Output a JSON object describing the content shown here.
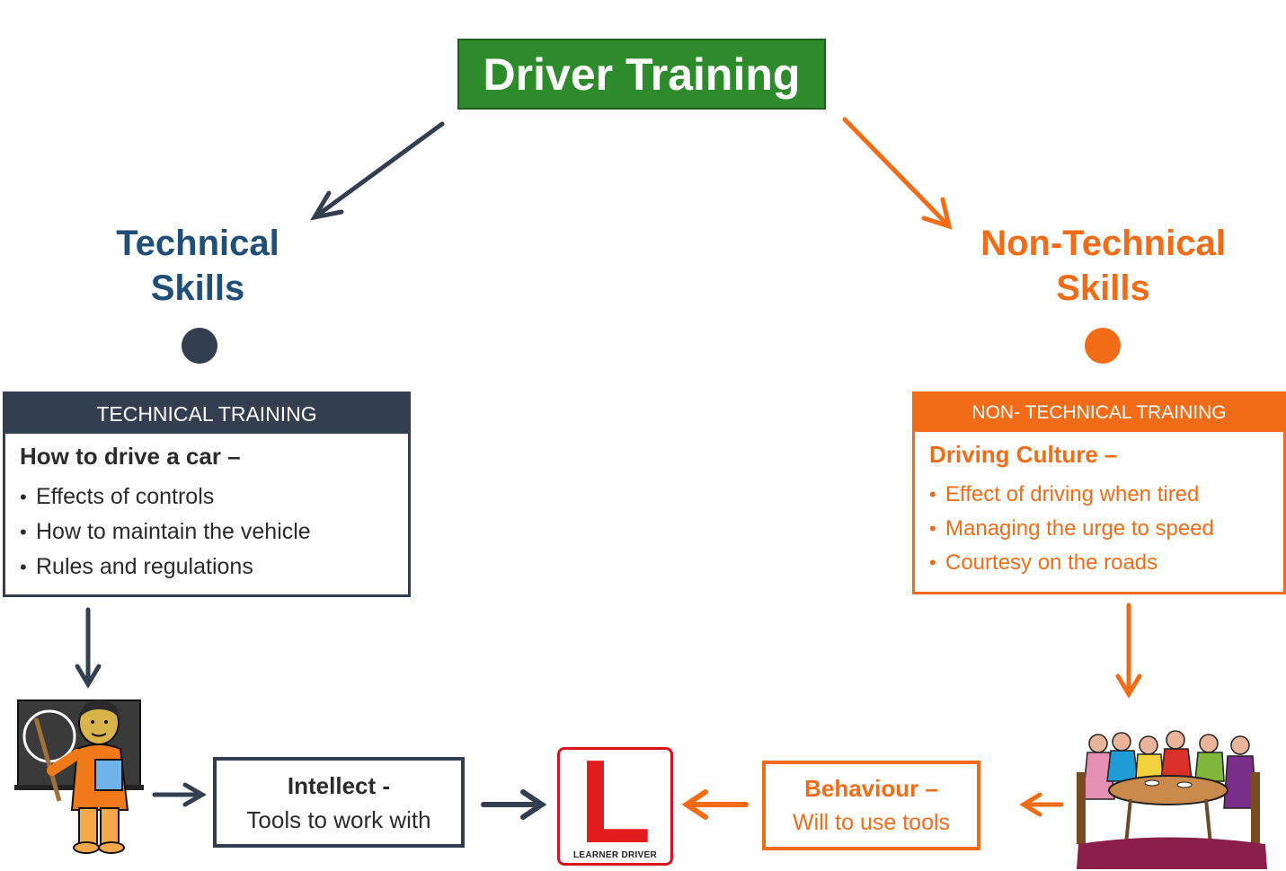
{
  "title": "Driver Training",
  "technical": {
    "title_line1": "Technical",
    "title_line2": "Skills",
    "panel_header": "TECHNICAL TRAINING",
    "panel_heading": "How to drive a car –",
    "bullets": [
      "Effects of controls",
      "How to maintain the vehicle",
      "Rules and regulations"
    ],
    "color": "#333f50"
  },
  "non_technical": {
    "title_line1": "Non-Technical",
    "title_line2": "Skills",
    "panel_header": "NON- TECHNICAL TRAINING",
    "panel_heading": "Driving Culture –",
    "bullets": [
      "Effect of driving when tired",
      "Managing the urge to speed",
      "Courtesy on the roads"
    ],
    "color": "#f26c17"
  },
  "intellect": {
    "title": "Intellect -",
    "subtitle": "Tools to work with"
  },
  "behaviour": {
    "title": "Behaviour –",
    "subtitle": "Will to use tools"
  },
  "l_plate": {
    "letter": "L",
    "caption": "LEARNER DRIVER"
  },
  "icons": {
    "teacher": "teacher-at-blackboard-icon",
    "group": "group-discussion-icon"
  },
  "colors": {
    "title_green": "#2e8b2b",
    "navy": "#333f50",
    "orange": "#f26c17"
  }
}
